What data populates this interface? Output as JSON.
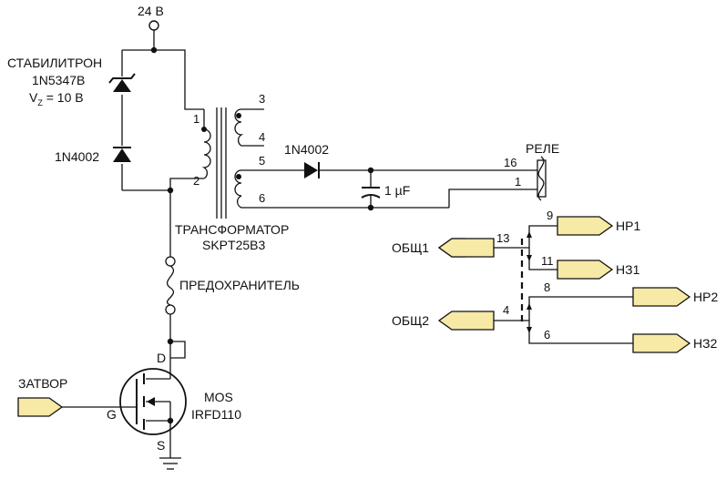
{
  "labels": {
    "supply": "24 В",
    "zener_title": "СТАБИЛИТРОН",
    "zener_part": "1N5347B",
    "zener_vz_prefix": "V",
    "zener_vz_sub": "Z",
    "zener_vz_suffix": " = 10 В",
    "diode_left": "1N4002",
    "diode_right": "1N4002",
    "transformer_title": "ТРАНСФОРМАТОР",
    "transformer_part": "SKPT25B3",
    "fuse": "ПРЕДОХРАНИТЕЛЬ",
    "capacitor": "1 µF",
    "relay": "РЕЛЕ",
    "mos_line1": "MOS",
    "mos_line2": "IRFD110",
    "gate_input": "ЗАТВОР",
    "pin_g": "G",
    "pin_d": "D",
    "pin_s": "S",
    "com1": "ОБЩ1",
    "com2": "ОБЩ2",
    "out_hp1": "НР1",
    "out_hz1": "НЗ1",
    "out_hp2": "НР2",
    "out_hz2": "НЗ2"
  },
  "pins": {
    "t1": "1",
    "t2": "2",
    "t3": "3",
    "t4": "4",
    "t5": "5",
    "t6": "6",
    "r16": "16",
    "r1": "1",
    "r13": "13",
    "r9": "9",
    "r11": "11",
    "r4": "4",
    "r8": "8",
    "r6": "6"
  },
  "colors": {
    "connector_fill": "#f7e9a6",
    "line": "#111111"
  }
}
